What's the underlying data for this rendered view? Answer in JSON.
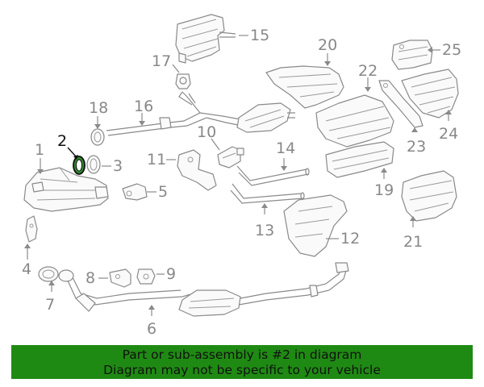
{
  "callouts": {
    "p1": "1",
    "p2": "2",
    "p3": "3",
    "p4": "4",
    "p5": "5",
    "p6": "6",
    "p7": "7",
    "p8": "8",
    "p9": "9",
    "p10": "10",
    "p11": "11",
    "p12": "12",
    "p13": "13",
    "p14": "14",
    "p15": "15",
    "p16": "16",
    "p17": "17",
    "p18": "18",
    "p19": "19",
    "p20": "20",
    "p21": "21",
    "p22": "22",
    "p23": "23",
    "p24": "24",
    "p25": "25"
  },
  "highlighted_part": "2",
  "banner": {
    "line1": "Part or sub-assembly is #2 in diagram",
    "line2": "Diagram may not be specific to your vehicle",
    "color": "#1f8a13"
  }
}
